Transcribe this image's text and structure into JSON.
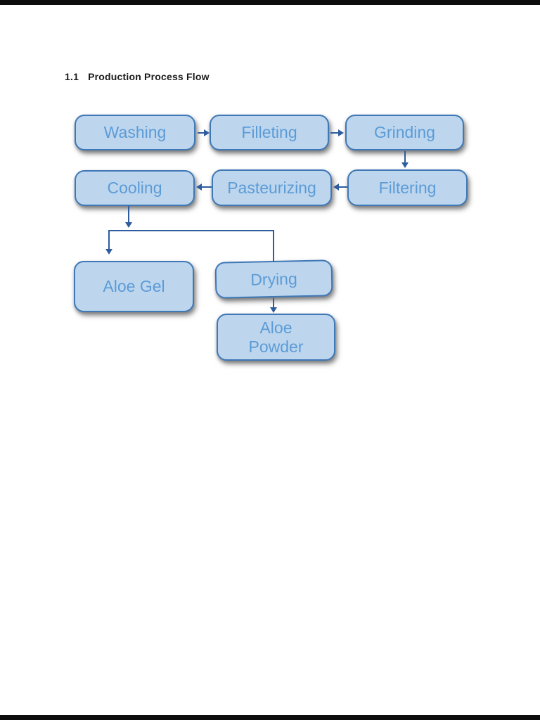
{
  "page": {
    "background": "#ffffff",
    "letterbox_color": "#0d0d0d"
  },
  "heading": {
    "number": "1.1",
    "title": "Production Process Flow",
    "color": "#1a1a1a"
  },
  "flowchart": {
    "colors": {
      "node_fill": "#bdd6ee",
      "node_border": "#3f78b7",
      "node_label": "#5c9bd6",
      "connector": "#2e5c9e"
    },
    "nodes": [
      {
        "id": "washing",
        "label": "Washing"
      },
      {
        "id": "filleting",
        "label": "Filleting"
      },
      {
        "id": "grinding",
        "label": "Grinding"
      },
      {
        "id": "cooling",
        "label": "Cooling"
      },
      {
        "id": "pasteurizing",
        "label": "Pasteurizing"
      },
      {
        "id": "filtering",
        "label": "Filtering"
      },
      {
        "id": "aloe-gel",
        "label": "Aloe Gel"
      },
      {
        "id": "drying",
        "label": "Drying"
      },
      {
        "id": "aloe-powder",
        "label": "Aloe Powder",
        "label_lines": [
          "Aloe",
          "Powder"
        ]
      }
    ],
    "edges": [
      {
        "from": "washing",
        "to": "filleting",
        "direction": "right"
      },
      {
        "from": "filleting",
        "to": "grinding",
        "direction": "right"
      },
      {
        "from": "grinding",
        "to": "filtering",
        "direction": "down"
      },
      {
        "from": "filtering",
        "to": "pasteurizing",
        "direction": "left"
      },
      {
        "from": "pasteurizing",
        "to": "cooling",
        "direction": "left"
      },
      {
        "from": "cooling",
        "to": "aloe-gel",
        "direction": "down-branch-left"
      },
      {
        "from": "cooling",
        "to": "drying",
        "direction": "down-branch-right"
      },
      {
        "from": "drying",
        "to": "aloe-powder",
        "direction": "down"
      }
    ]
  }
}
